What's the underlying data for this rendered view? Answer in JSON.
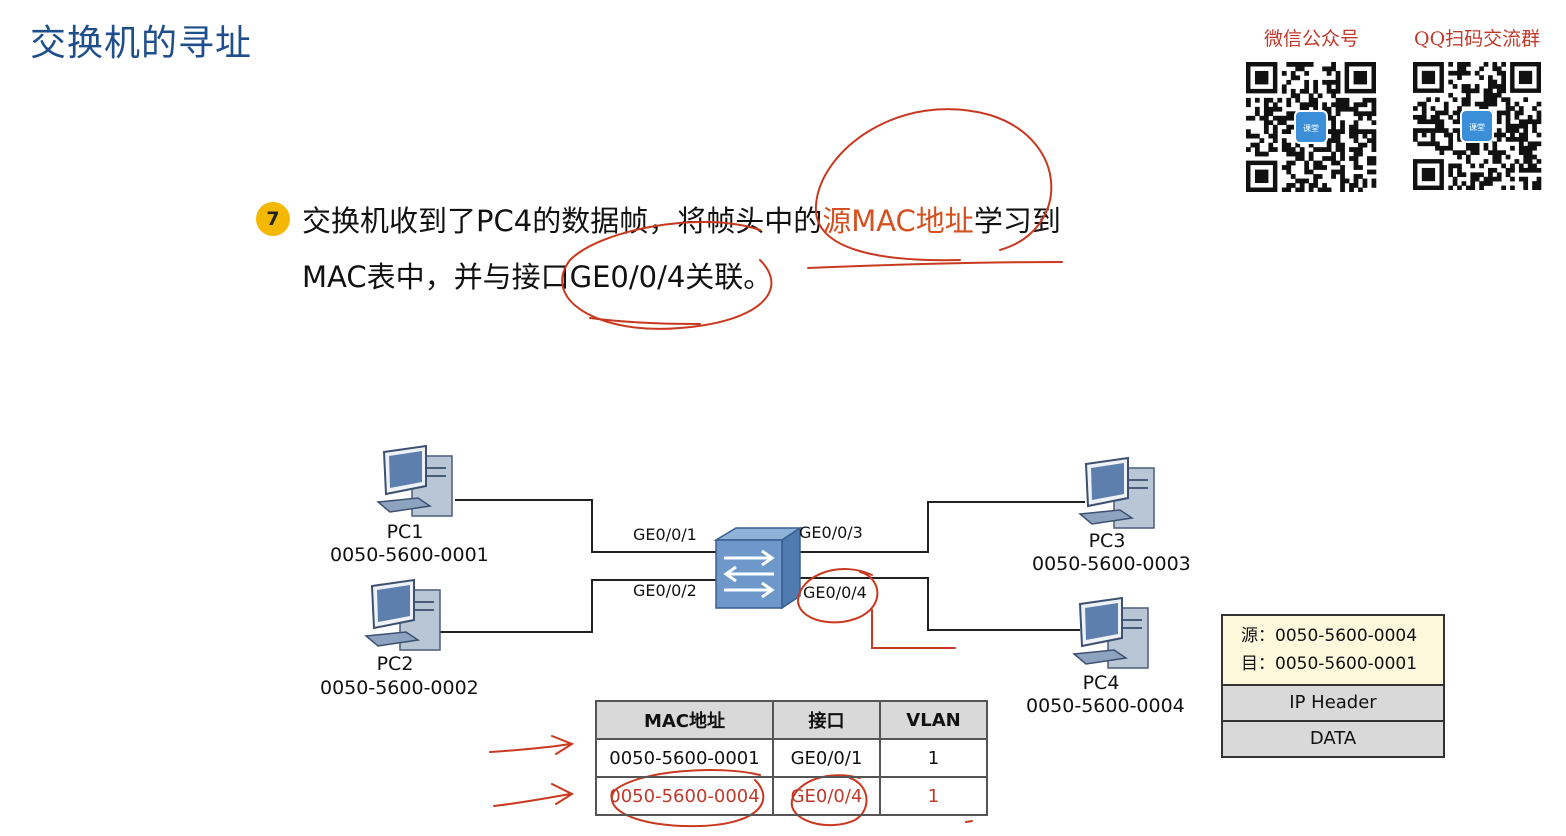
{
  "title": "交换机的寻址",
  "qr": {
    "wechat_label": "微信公众号",
    "qq_label": "QQ扫码交流群",
    "logo_text": "课堂"
  },
  "step": {
    "number": "7",
    "line1_a": "交换机收到了PC4的数据帧，将帧头中的",
    "line1_hl": "源MAC地址",
    "line1_b": "学习到",
    "line2": "MAC表中，并与接口GE0/0/4关联。"
  },
  "nodes": {
    "pc1": {
      "name": "PC1",
      "mac": "0050-5600-0001"
    },
    "pc2": {
      "name": "PC2",
      "mac": "0050-5600-0002"
    },
    "pc3": {
      "name": "PC3",
      "mac": "0050-5600-0003"
    },
    "pc4": {
      "name": "PC4",
      "mac": "0050-5600-0004"
    }
  },
  "ports": {
    "p1": "GE0/0/1",
    "p2": "GE0/0/2",
    "p3": "GE0/0/3",
    "p4": "GE0/0/4"
  },
  "mac_table": {
    "headers": [
      "MAC地址",
      "接口",
      "VLAN"
    ],
    "rows": [
      [
        "0050-5600-0001",
        "GE0/0/1",
        "1"
      ],
      [
        "0050-5600-0004",
        "GE0/0/4",
        "1"
      ]
    ]
  },
  "frame": {
    "src": "源：0050-5600-0004",
    "dst": "目：0050-5600-0001",
    "ip_header": "IP Header",
    "data": "DATA"
  },
  "colors": {
    "title": "#1f4e8c",
    "highlight": "#d5501f",
    "annotation": "#c0392b",
    "step_badge": "#f5b800"
  }
}
